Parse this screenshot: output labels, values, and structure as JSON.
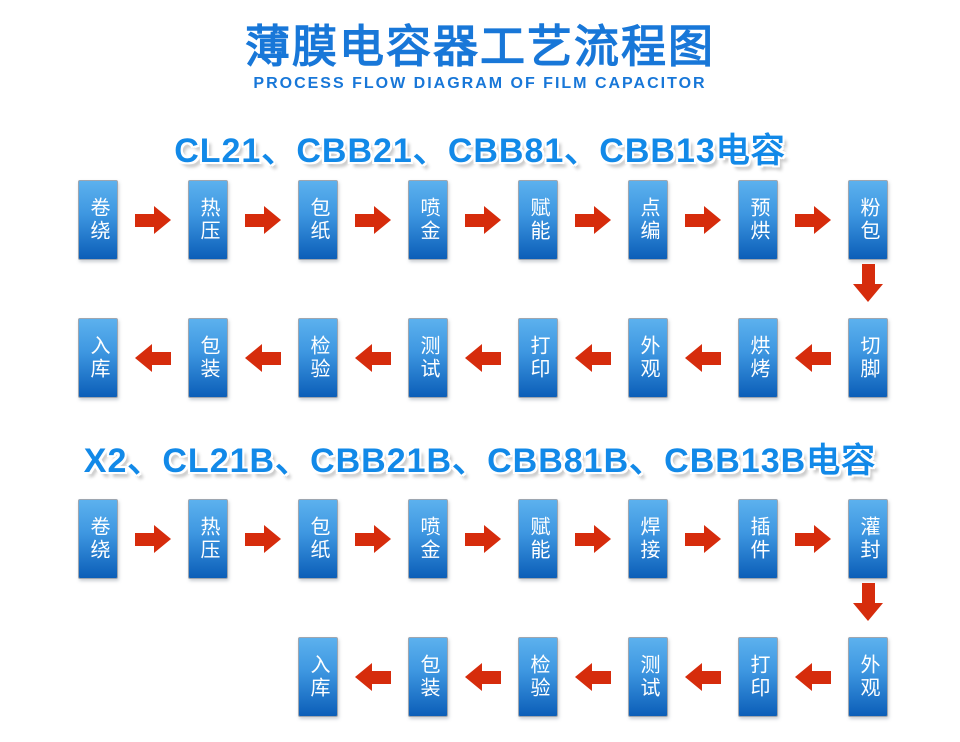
{
  "page": {
    "title": "薄膜电容器工艺流程图",
    "subtitle": "PROCESS FLOW DIAGRAM OF FILM CAPACITOR"
  },
  "colors": {
    "title_blue": "#1877d8",
    "heading_blue": "#1289e8",
    "box_gradient_top": "#5cb1ee",
    "box_gradient_bottom": "#0b5eb8",
    "arrow_red": "#d62c0c",
    "step_text": "#ffffff",
    "background": "#ffffff"
  },
  "sections": [
    {
      "heading": "CL21、CBB21、CBB81、CBB13电容",
      "forward_steps": [
        "卷绕",
        "热压",
        "包纸",
        "喷金",
        "赋能",
        "点编",
        "预烘",
        "粉包"
      ],
      "return_steps": [
        "入库",
        "包装",
        "检验",
        "测试",
        "打印",
        "外观",
        "烘烤",
        "切脚"
      ]
    },
    {
      "heading": "X2、CL21B、CBB21B、CBB81B、CBB13B电容",
      "forward_steps": [
        "卷绕",
        "热压",
        "包纸",
        "喷金",
        "赋能",
        "焊接",
        "插件",
        "灌封"
      ],
      "return_steps": [
        "入库",
        "包装",
        "检验",
        "测试",
        "打印",
        "外观"
      ]
    }
  ]
}
